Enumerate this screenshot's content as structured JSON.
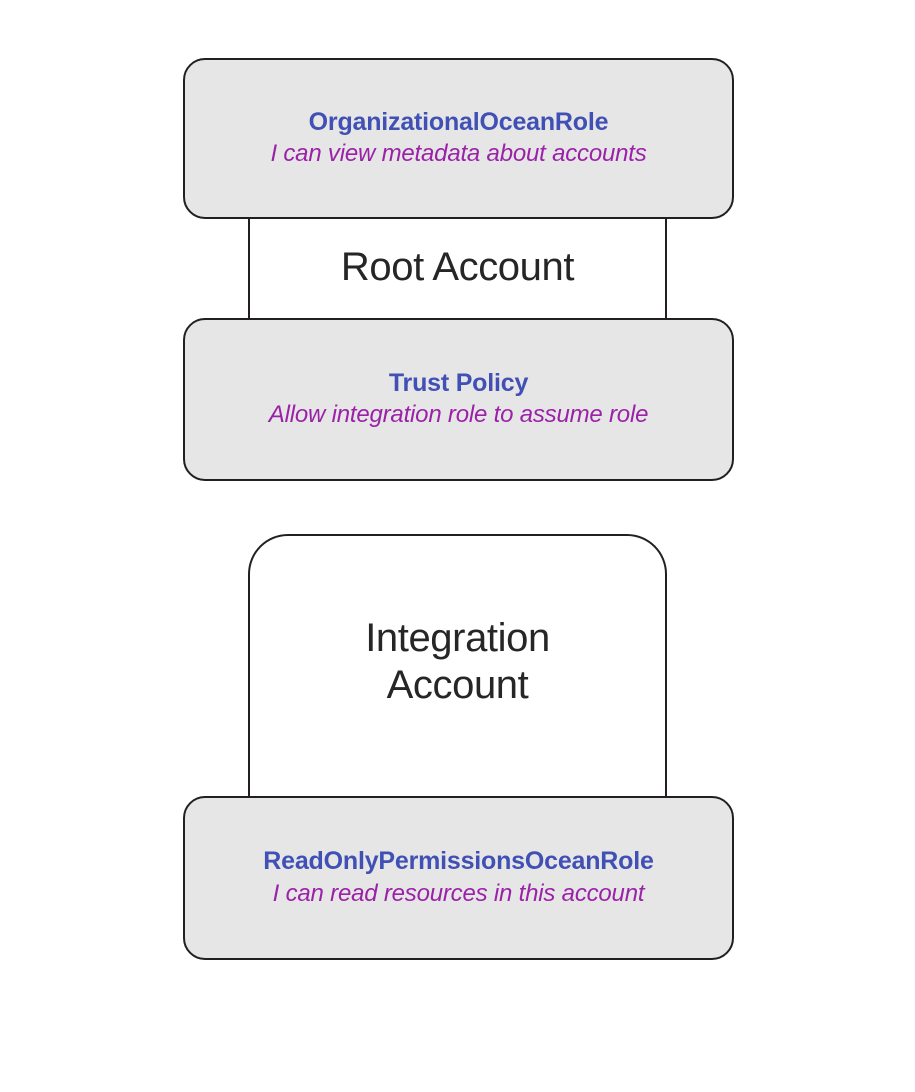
{
  "diagram": {
    "type": "architecture-diagram",
    "background_color": "#ffffff",
    "palette": {
      "card_fill": "#e6e6e6",
      "stroke": "#231f20",
      "role_title_color": "#4050b5",
      "role_subtitle_color": "#9b22a8",
      "account_label_color": "#262626"
    },
    "accounts": [
      {
        "id": "root-account",
        "label": "Root Account",
        "cards": [
          "organizational-ocean-role",
          "trust-policy"
        ]
      },
      {
        "id": "integration-account",
        "label": "Integration\nAccount",
        "cards": [
          "readonly-permissions-ocean-role"
        ]
      }
    ],
    "cards": [
      {
        "id": "organizational-ocean-role",
        "title": "OrganizationalOceanRole",
        "subtitle": "I can view metadata about accounts"
      },
      {
        "id": "trust-policy",
        "title": "Trust Policy",
        "subtitle": "Allow integration role to assume role"
      },
      {
        "id": "readonly-permissions-ocean-role",
        "title": "ReadOnlyPermissionsOceanRole",
        "subtitle": "I can read resources in this account"
      }
    ]
  }
}
